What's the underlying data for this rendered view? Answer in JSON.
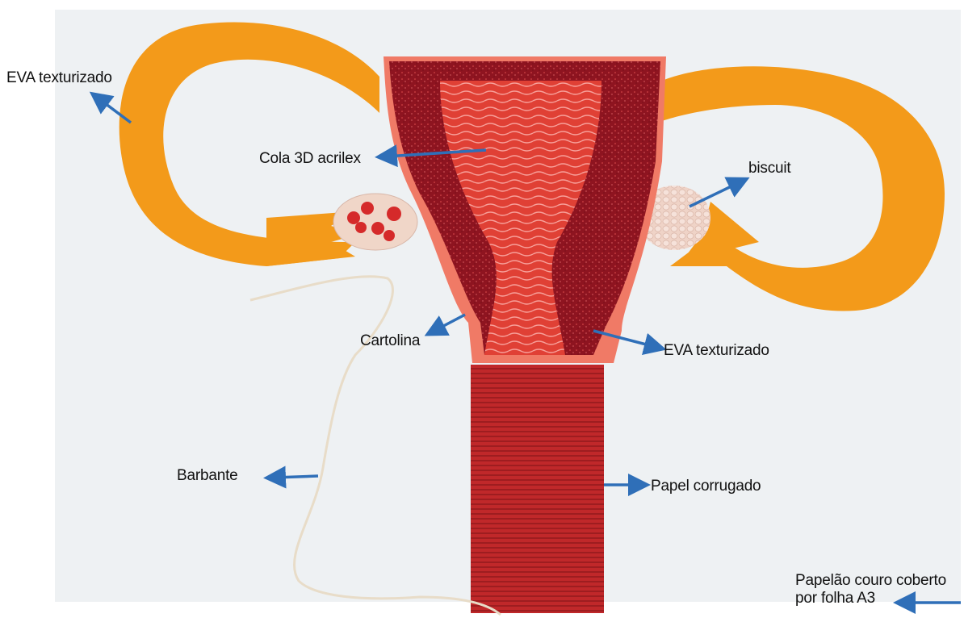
{
  "figure": {
    "type": "photo",
    "subject": "handmade uterus model on white paper background",
    "colors": {
      "background_paper": "#eef1f3",
      "orange_eva": "#f39a1a",
      "glitter_red": "#8e1420",
      "inner_red": "#d9322a",
      "cardboard": "#c0282a",
      "biscuit": "#f0d6c8",
      "arrow": "#2f6fb8"
    }
  },
  "labels": {
    "eva_top_left": "EVA texturizado",
    "cola_3d": "Cola 3D acrilex",
    "biscuit": "biscuit",
    "cartolina": "Cartolina",
    "eva_center": "EVA texturizado",
    "barbante": "Barbante",
    "papel_corrugado": "Papel corrugado",
    "papelao_line1": "Papelão couro coberto",
    "papelao_line2": "por folha A3"
  }
}
